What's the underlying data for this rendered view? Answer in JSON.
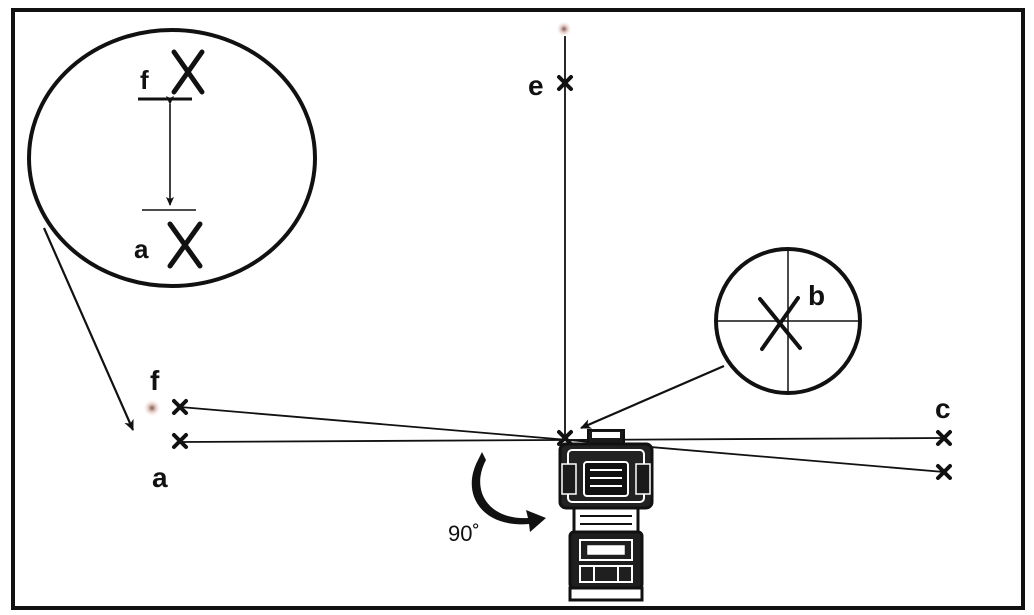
{
  "labels": {
    "f_inset": "f",
    "a_inset": "a",
    "e": "e",
    "b": "b",
    "f": "f",
    "a": "a",
    "c": "c",
    "rotation": "90˚"
  },
  "colors": {
    "ink": "#111111",
    "background": "#ffffff",
    "laser_dot": "#d8b0a8"
  },
  "icons": {
    "marker": "cross-mark",
    "device": "laser-level-device",
    "rotation": "curved-arrow-icon"
  }
}
